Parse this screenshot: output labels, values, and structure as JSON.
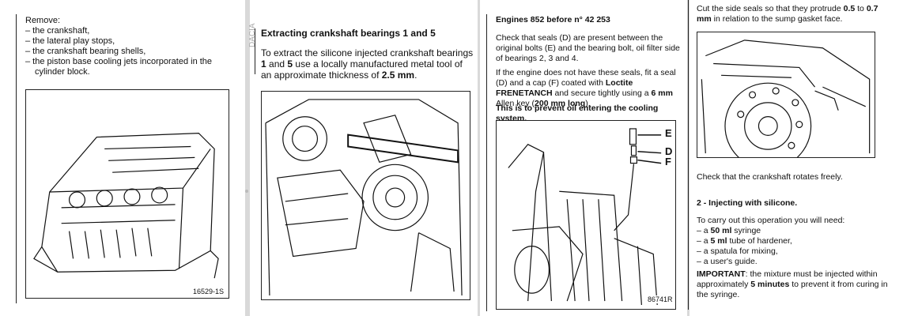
{
  "page1": {
    "heading": "Remove:",
    "items": [
      "– the crankshaft,",
      "– the lateral play stops,",
      "– the crankshaft bearing shells,",
      "– the piston base cooling jets incorporated in the cylinder block."
    ],
    "figure_label": "16529-1S"
  },
  "page2": {
    "watermark": "DACIA",
    "title": "Extracting crankshaft bearings 1 and 5",
    "para_p1": "To extract the silicone injected crankshaft bearings ",
    "para_b1": "1",
    "para_p2": " and ",
    "para_b2": "5",
    "para_p3": " use a locally manufactured metal tool of an approximate thickness of ",
    "para_b3": "2.5 mm",
    "para_p4": "."
  },
  "page3": {
    "heading": "Engines 852 before n° 42 253",
    "para1": "Check that seals (D) are present between the original bolts (E) and the bearing bolt, oil filter side of bearings 2, 3 and 4.",
    "para2_p1": "If the engine does not have these seals, fit a seal (D) and a cap (F) coated with ",
    "para2_b1": "Loctite FRENETANCH",
    "para2_p2": " and secure tightly using a ",
    "para2_b2": "6 mm",
    "para2_p3": " Allen key (",
    "para2_b3": "200 mm long",
    "para2_p4": ").",
    "para3": "This is to prevent oil entering the cooling system.",
    "callouts": [
      "E",
      "D",
      "F"
    ],
    "figure_label": "86741R"
  },
  "page4": {
    "intro_p1": "Cut the side seals so that they protrude ",
    "intro_b1": "0.5",
    "intro_p2": " to ",
    "intro_b2": "0.7 mm",
    "intro_p3": " in relation to the sump gasket face.",
    "check": "Check that the crankshaft rotates freely.",
    "section_title": "2 - Injecting with silicone.",
    "need_intro": "To carry out this operation you will need:",
    "need_items": [
      {
        "pre": "– a ",
        "bold": "50 ml",
        "post": " syringe"
      },
      {
        "pre": "– a ",
        "bold": "5 ml",
        "post": " tube of hardener,"
      },
      {
        "pre": "– a spatula for mixing,",
        "bold": "",
        "post": ""
      },
      {
        "pre": "– a user's guide.",
        "bold": "",
        "post": ""
      }
    ],
    "important_label": "IMPORTANT",
    "important_p1": ": the mixture must be injected within approximately ",
    "important_b1": "5 minutes",
    "important_p2": " to prevent it from curing in the syringe."
  }
}
